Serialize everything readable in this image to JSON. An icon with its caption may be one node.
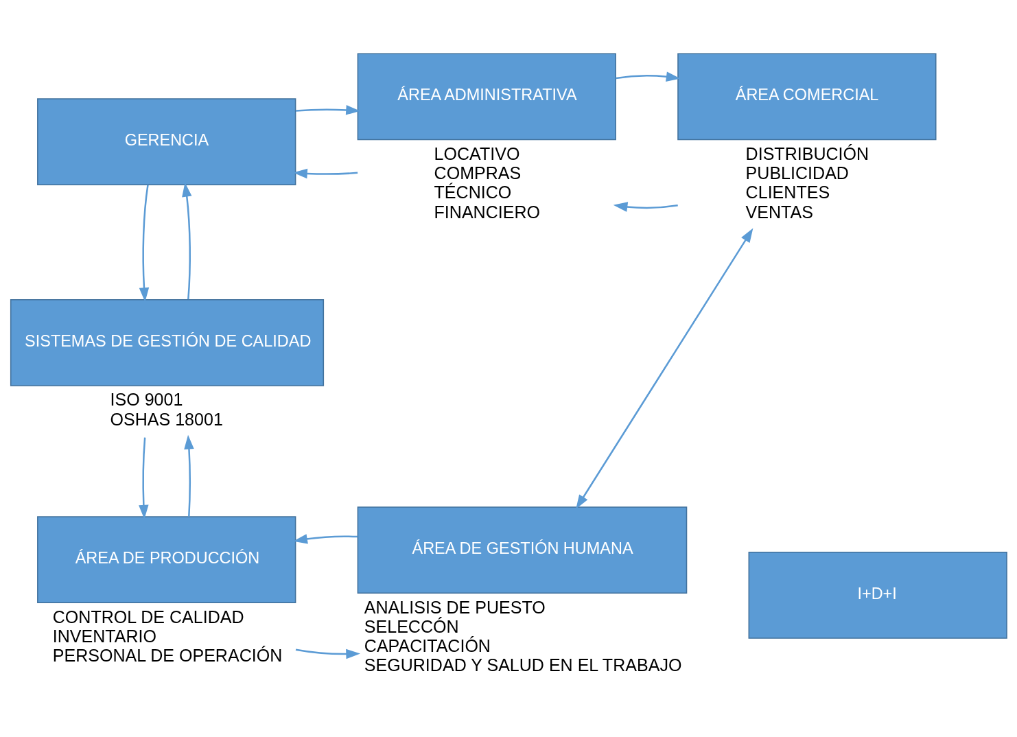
{
  "diagram": {
    "nodes": [
      {
        "text": [
          "GERENCIA"
        ]
      },
      {
        "text": [
          "ÁREA ADMINISTRATIVA"
        ],
        "beside": [
          "LOCATIVO",
          "COMPRAS",
          "TÉCNICO",
          "FINANCIERO"
        ]
      },
      {
        "text": [
          "ÁREA COMERCIAL"
        ],
        "beside": [
          "DISTRIBUCIÓN",
          "PUBLICIDAD",
          "CLIENTES",
          "VENTAS"
        ]
      },
      {
        "text": [
          "SISTEMAS DE GESTIÓN DE CALIDAD"
        ],
        "beside": [
          "ISO 9001",
          "OSHAS 18001"
        ]
      },
      {
        "text": [
          "ÁREA DE PRODUCCIÓN"
        ],
        "beside": [
          "CONTROL DE CALIDAD",
          "INVENTARIO",
          "PERSONAL DE OPERACIÓN"
        ]
      },
      {
        "text": [
          "ÁREA DE GESTIÓN HUMANA"
        ],
        "beside": [
          "ANALISIS DE PUESTO",
          "SELECCÓN",
          "CAPACITACIÓN",
          "SEGURIDAD Y SALUD EN EL TRABAJO"
        ]
      },
      {
        "text": [
          "I+D+I"
        ]
      }
    ],
    "edges": [
      {
        "from": 1,
        "to": 0,
        "arrow": "to"
      },
      {
        "from": 0,
        "to": 1,
        "arrow": "to"
      },
      {
        "from": 2,
        "to": 1,
        "arrow": "to"
      },
      {
        "from": 1,
        "to": 2,
        "arrow": "to"
      },
      {
        "from": 3,
        "to": 0,
        "arrow": "to"
      },
      {
        "from": 0,
        "to": 3,
        "arrow": "to"
      },
      {
        "from": 3,
        "to": 4,
        "arrow": "to"
      },
      {
        "from": 4,
        "to": 3,
        "arrow": "to"
      },
      {
        "from": 4,
        "to": 5,
        "arrow": "to"
      },
      {
        "from": 5,
        "to": 4,
        "arrow": "to"
      },
      {
        "from": 5,
        "to": 2,
        "arrow": "both"
      }
    ]
  }
}
